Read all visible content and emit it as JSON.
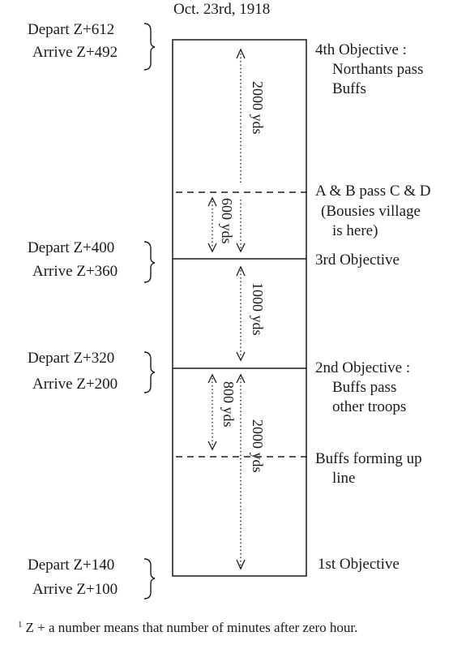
{
  "title": "Oct. 23rd, 1918",
  "colors": {
    "ink": "#1a1a1a",
    "background": "#ffffff"
  },
  "timings": [
    {
      "depart": "Depart Z+612",
      "arrive": "Arrive Z+492"
    },
    {
      "depart": "Depart Z+400",
      "arrive": "Arrive Z+360"
    },
    {
      "depart": "Depart Z+320",
      "arrive": "Arrive Z+200"
    },
    {
      "depart": "Depart Z+140",
      "arrive": "Arrive Z+100"
    }
  ],
  "objectives": {
    "fourth": [
      "4th Objective :",
      "Northants pass",
      "Buffs"
    ],
    "ab_pass": [
      "A & B pass C & D",
      "(Bousies village",
      "is here)"
    ],
    "third": [
      "3rd Objective"
    ],
    "second": [
      "2nd Objective :",
      "Buffs pass",
      "other troops"
    ],
    "forming": [
      "Buffs forming up",
      "line"
    ],
    "first": [
      "1st Objective"
    ]
  },
  "distances": {
    "top_span": "2000 yds",
    "ab_span": "600 yds",
    "middle_span": "1000 yds",
    "second_span": "800 yds",
    "bottom_span": "2000 yds"
  },
  "footnote": {
    "marker": "1",
    "text": "Z + a number means that number of minutes after zero hour."
  }
}
